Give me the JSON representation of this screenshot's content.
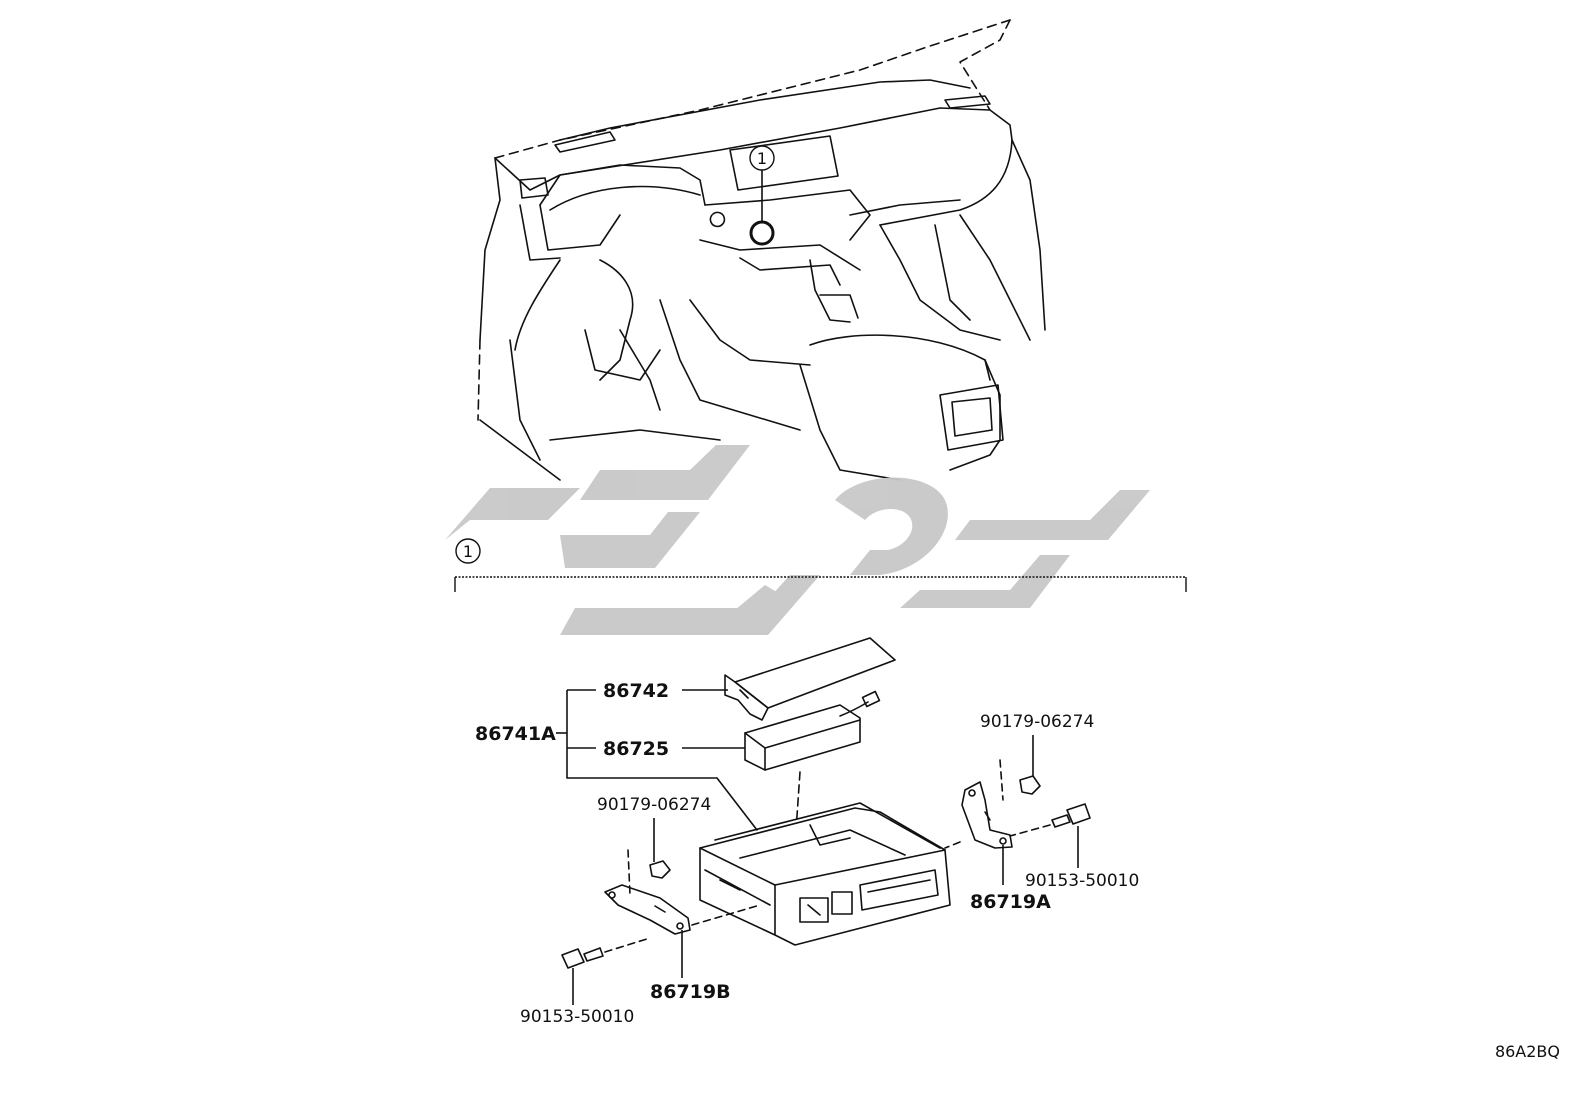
{
  "diagram": {
    "callout_number": "1",
    "part_labels": {
      "p86742": "86742",
      "p86741A": "86741A",
      "p86725": "86725",
      "p90179_right": "90179-06274",
      "p90179_left": "90179-06274",
      "p90153_right": "90153-50010",
      "p86719A": "86719A",
      "p86719B": "86719B",
      "p90153_left": "90153-50010"
    },
    "reference_code": "86A2BQ",
    "watermark_color": "#c8c8c8",
    "line_color": "#111111"
  }
}
